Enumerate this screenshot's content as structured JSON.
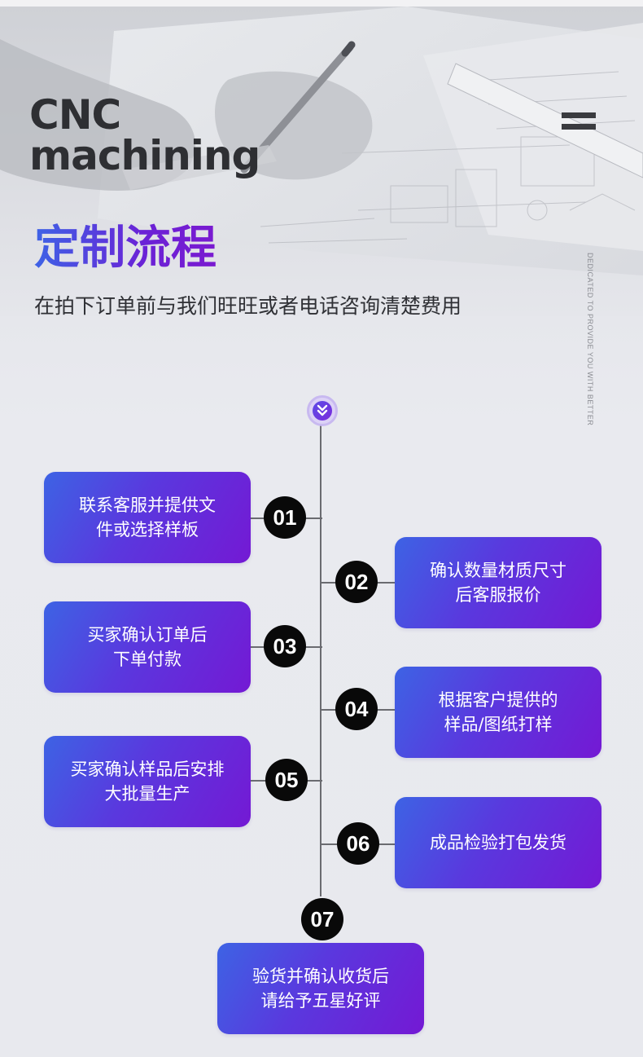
{
  "header": {
    "brand_line1": "CNC",
    "brand_line2": "machining",
    "menu_icon": "hamburger-menu-icon"
  },
  "section": {
    "title": "定制流程",
    "subtitle": "在拍下订单前与我们旺旺或者电话咨询清楚费用",
    "side_note": "DEDICATED TO PROVIDE YOU WITH BETTER"
  },
  "timeline": {
    "start_icon": "double-chevron-down-icon",
    "steps": [
      {
        "number": "01",
        "text": "联系客服并提供文\n件或选择样板",
        "side": "left"
      },
      {
        "number": "02",
        "text": "确认数量材质尺寸\n后客服报价",
        "side": "right"
      },
      {
        "number": "03",
        "text": "买家确认订单后\n下单付款",
        "side": "left"
      },
      {
        "number": "04",
        "text": "根据客户提供的\n样品/图纸打样",
        "side": "right"
      },
      {
        "number": "05",
        "text": "买家确认样品后安排\n大批量生产",
        "side": "left"
      },
      {
        "number": "06",
        "text": "成品检验打包发货",
        "side": "right"
      },
      {
        "number": "07",
        "text": "验货并确认收货后\n请给予五星好评",
        "side": "bottom"
      }
    ]
  },
  "colors": {
    "card_gradient_start": "#3d63e4",
    "card_gradient_end": "#7419d4",
    "number_badge": "#090909",
    "title_gradient_start": "#3e63e6",
    "title_gradient_end": "#7a1ad0"
  }
}
